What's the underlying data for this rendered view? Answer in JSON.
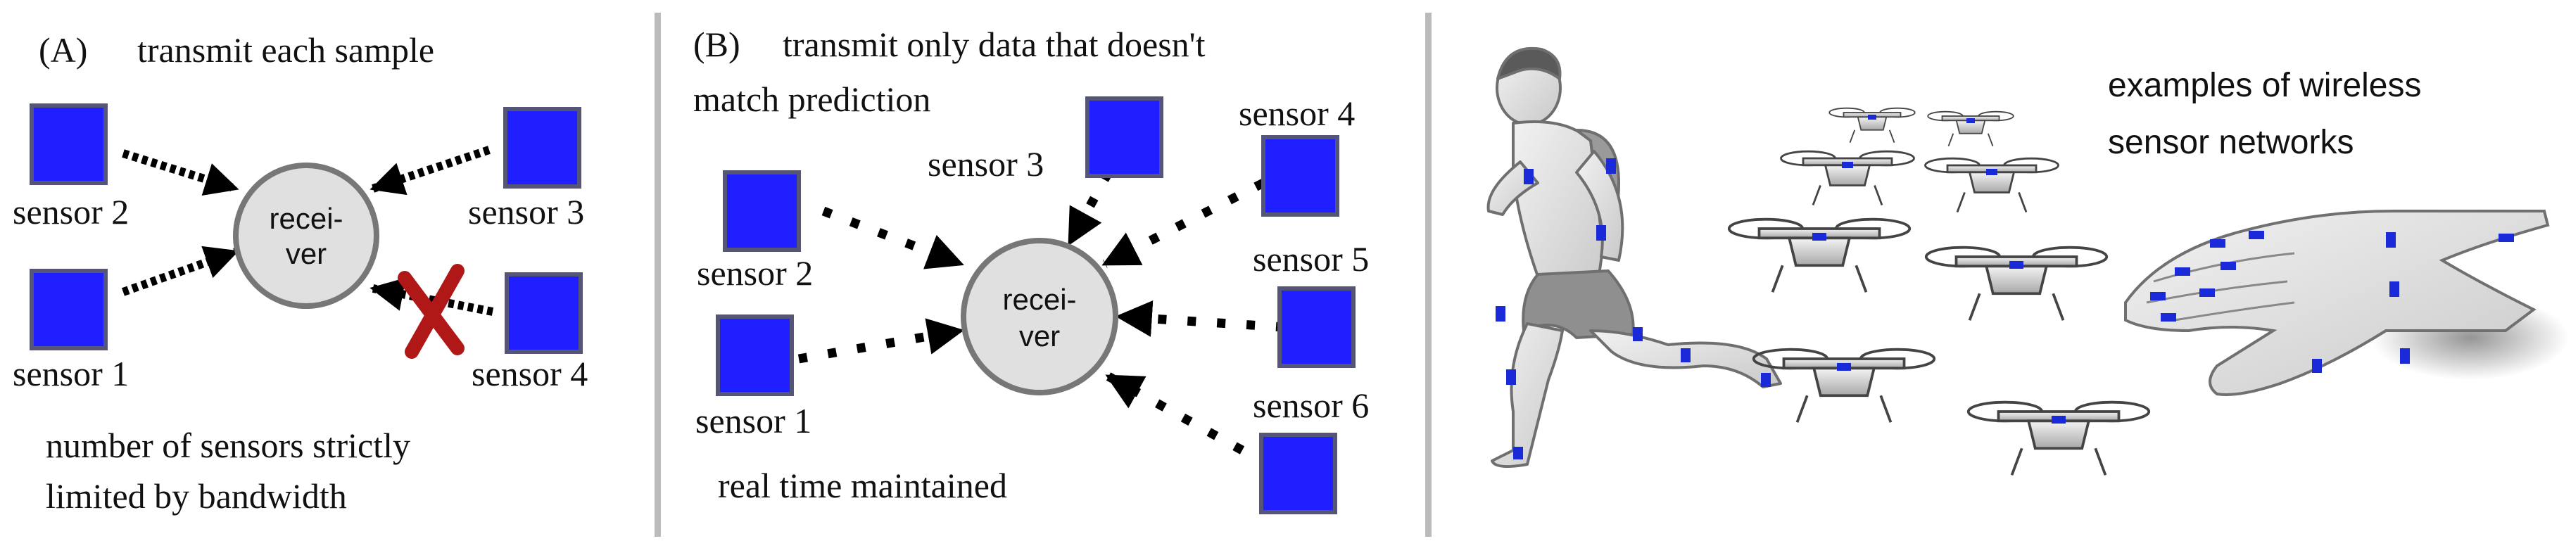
{
  "panel_a": {
    "label": "(A)",
    "title": "transmit each sample",
    "receiver_line1": "recei-",
    "receiver_line2": "ver",
    "sensors": [
      "sensor 1",
      "sensor 2",
      "sensor 3",
      "sensor 4"
    ],
    "caption_line1": "number of sensors strictly",
    "caption_line2": "limited by bandwidth"
  },
  "panel_b": {
    "label": "(B)",
    "title_line1": "transmit only data that doesn't",
    "title_line2": "match prediction",
    "receiver_line1": "recei-",
    "receiver_line2": "ver",
    "sensors": [
      "sensor 1",
      "sensor 2",
      "sensor 3",
      "sensor 4",
      "sensor 5",
      "sensor 6"
    ],
    "caption": "real time maintained"
  },
  "panel_c": {
    "caption_line1": "examples of wireless",
    "caption_line2": "sensor networks"
  },
  "colors": {
    "sensor_fill": "#1f1fff",
    "sensor_border": "#555577",
    "receiver_fill": "#e0e0e0",
    "receiver_border": "#777777",
    "divider": "#bbbbbb",
    "blocked_mark": "#b01818",
    "tag_blue": "#1a2ad8"
  }
}
